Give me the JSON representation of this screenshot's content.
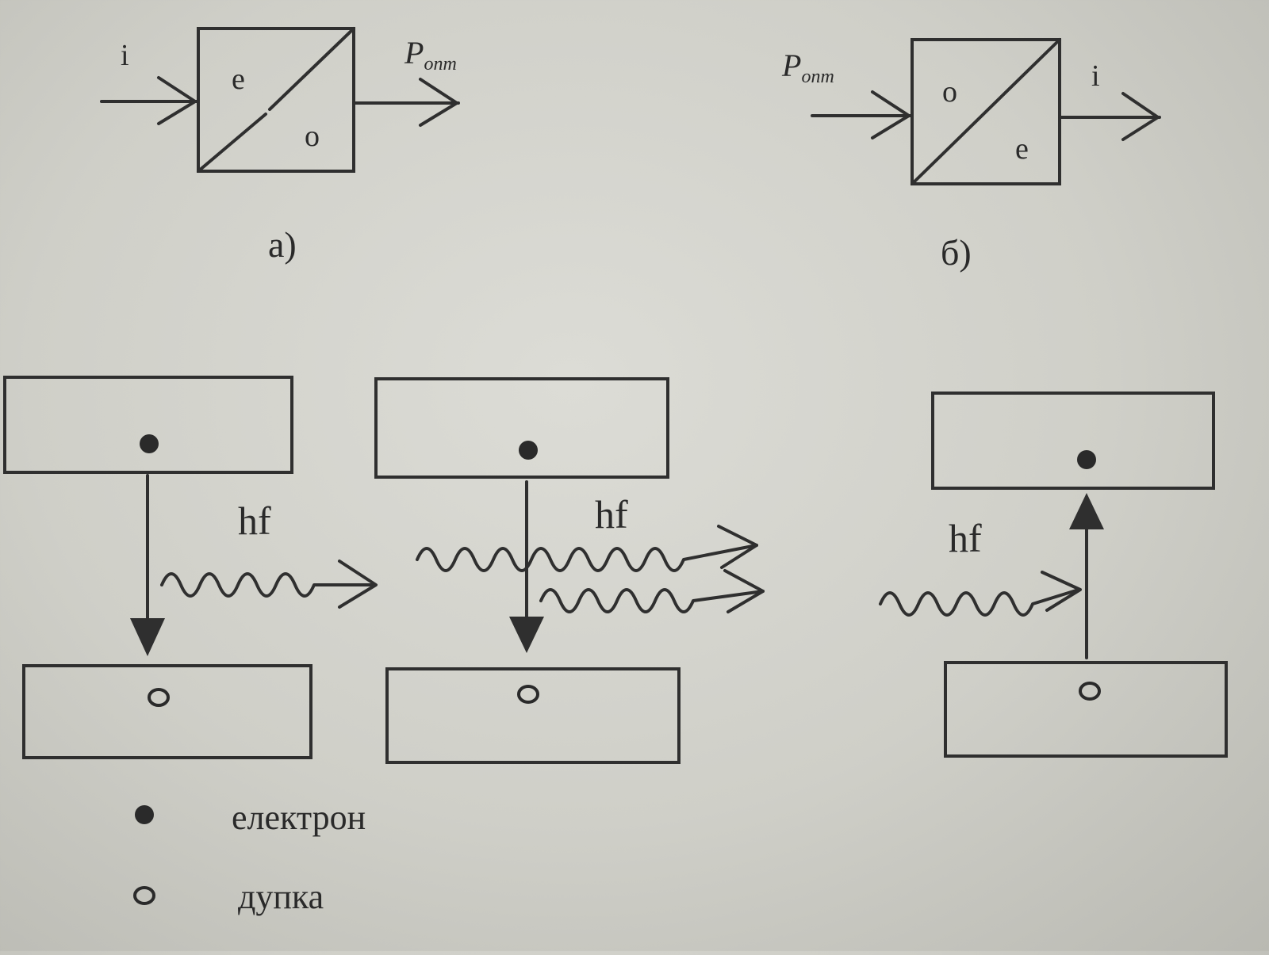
{
  "diagram_a": {
    "input_label": "i",
    "output_label": "P",
    "output_subscript": "опт",
    "upper_label": "e",
    "lower_label": "o",
    "caption": "а)"
  },
  "diagram_b": {
    "input_label": "P",
    "input_subscript": "опт",
    "output_label": "i",
    "upper_label": "o",
    "lower_label": "e",
    "caption": "б)"
  },
  "transitions": [
    {
      "photon_label": "hf"
    },
    {
      "photon_label": "hf"
    },
    {
      "photon_label": "hf"
    }
  ],
  "legend": [
    {
      "symbol": "filled-circle",
      "label": "електрон"
    },
    {
      "symbol": "hollow-circle",
      "label": "дупка"
    }
  ],
  "colors": {
    "ink": "#2f2f2f",
    "paper": "#d6d6cf"
  }
}
